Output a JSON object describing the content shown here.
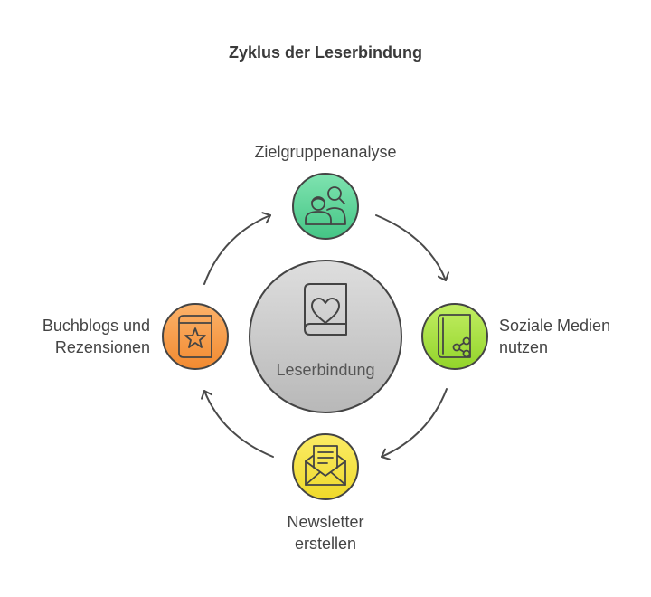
{
  "title": "Zyklus der Leserbindung",
  "center": {
    "label": "Leserbindung",
    "icon": "book-heart-icon"
  },
  "nodes": [
    {
      "id": "zielgruppenanalyse",
      "lines": [
        "Zielgruppenanalyse"
      ],
      "icon": "audience-search-icon",
      "color": "#5fd39a"
    },
    {
      "id": "soziale-medien",
      "lines": [
        "Soziale Medien",
        "nutzen"
      ],
      "icon": "book-share-icon",
      "color": "#a3e03a"
    },
    {
      "id": "newsletter",
      "lines": [
        "Newsletter",
        "erstellen"
      ],
      "icon": "envelope-letter-icon",
      "color": "#f5e13c"
    },
    {
      "id": "buchblogs",
      "lines": [
        "Buchblogs und",
        "Rezensionen"
      ],
      "icon": "book-star-icon",
      "color": "#f7983f"
    }
  ],
  "colors": {
    "center_fill_top": "#dcdcdc",
    "center_fill_bottom": "#b9b9b9",
    "stroke": "#444444",
    "arrow": "#4a4a4a"
  }
}
